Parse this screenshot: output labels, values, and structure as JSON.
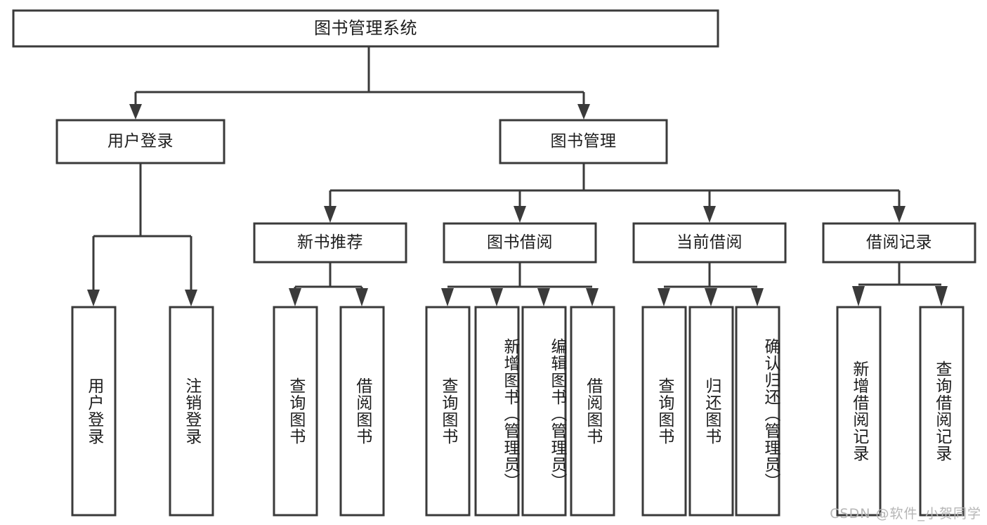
{
  "diagram": {
    "type": "tree-hierarchy",
    "title": "图书管理系统",
    "watermark": "CSDN @软件_小贺同学",
    "colors": {
      "stroke": "#3a3a3a",
      "fill": "#ffffff",
      "text": "#1d1d1d",
      "watermark": "#b6b6b6",
      "background": "#ffffff"
    },
    "levels": {
      "root": {
        "label": "图书管理系统",
        "orientation": "horizontal"
      },
      "level2": [
        {
          "label": "用户登录",
          "orientation": "horizontal"
        },
        {
          "label": "图书管理",
          "orientation": "horizontal"
        }
      ],
      "level3": [
        {
          "label": "新书推荐",
          "orientation": "horizontal",
          "parent": "图书管理"
        },
        {
          "label": "图书借阅",
          "orientation": "horizontal",
          "parent": "图书管理"
        },
        {
          "label": "当前借阅",
          "orientation": "horizontal",
          "parent": "图书管理"
        },
        {
          "label": "借阅记录",
          "orientation": "horizontal",
          "parent": "图书管理"
        }
      ],
      "leaves": [
        {
          "label": "用户登录",
          "orientation": "vertical",
          "parent": "用户登录"
        },
        {
          "label": "注销登录",
          "orientation": "vertical",
          "parent": "用户登录"
        },
        {
          "label": "查询图书",
          "orientation": "vertical",
          "parent": "新书推荐"
        },
        {
          "label": "借阅图书",
          "orientation": "vertical",
          "parent": "新书推荐"
        },
        {
          "label": "查询图书",
          "orientation": "vertical",
          "parent": "图书借阅"
        },
        {
          "label": "新增图书（管理员）",
          "orientation": "vertical",
          "parent": "图书借阅"
        },
        {
          "label": "编辑图书（管理员）",
          "orientation": "vertical",
          "parent": "图书借阅"
        },
        {
          "label": "借阅图书",
          "orientation": "vertical",
          "parent": "图书借阅"
        },
        {
          "label": "查询图书",
          "orientation": "vertical",
          "parent": "当前借阅"
        },
        {
          "label": "归还图书",
          "orientation": "vertical",
          "parent": "当前借阅"
        },
        {
          "label": "确认归还（管理员）",
          "orientation": "vertical",
          "parent": "当前借阅"
        },
        {
          "label": "新增借阅记录",
          "orientation": "vertical",
          "parent": "借阅记录"
        },
        {
          "label": "查询借阅记录",
          "orientation": "vertical",
          "parent": "借阅记录"
        }
      ]
    }
  }
}
